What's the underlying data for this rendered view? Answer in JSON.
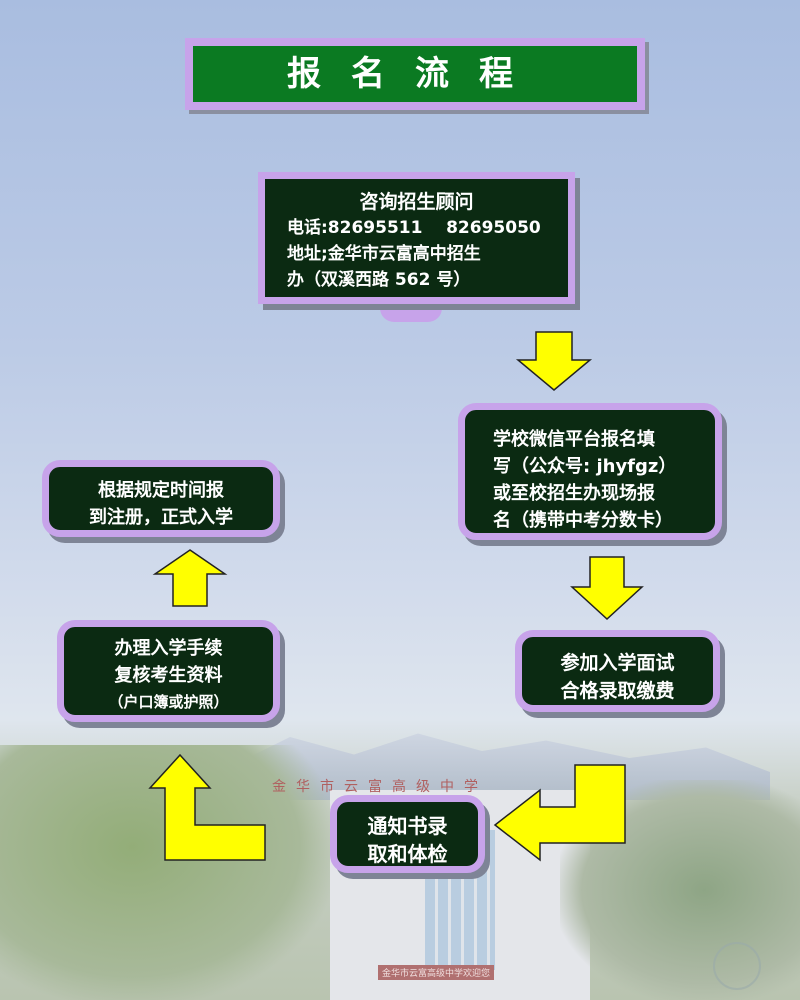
{
  "title": "报名流程",
  "steps": {
    "consult": {
      "heading": "咨询招生顾问",
      "phone": "电话:82695511    82695050",
      "address_line1": "地址;金华市云富高中招生",
      "address_line2": "办（双溪西路 562 号）"
    },
    "register": {
      "lines": [
        "学校微信平台报名填",
        "写（公众号: jhyfgz）",
        "或至校招生办现场报",
        "名（携带中考分数卡）"
      ]
    },
    "interview": {
      "lines": [
        "参加入学面试",
        "合格录取缴费"
      ]
    },
    "notice": {
      "lines": [
        "通知书录",
        "取和体检"
      ]
    },
    "procedures": {
      "lines": [
        "办理入学手续",
        "复核考生资料",
        "（户口簿或护照）"
      ]
    },
    "enroll": {
      "lines": [
        "根据规定时间报",
        "到注册，正式入学"
      ]
    }
  },
  "background": {
    "building_sign": "金华市云富高级中学",
    "welcome_banner": "金华市云富高级中学欢迎您"
  },
  "colors": {
    "arrow": "#ffff00",
    "box": "#0b2a12",
    "border": "#c7a3ea",
    "title_bg": "#0b7a22"
  }
}
